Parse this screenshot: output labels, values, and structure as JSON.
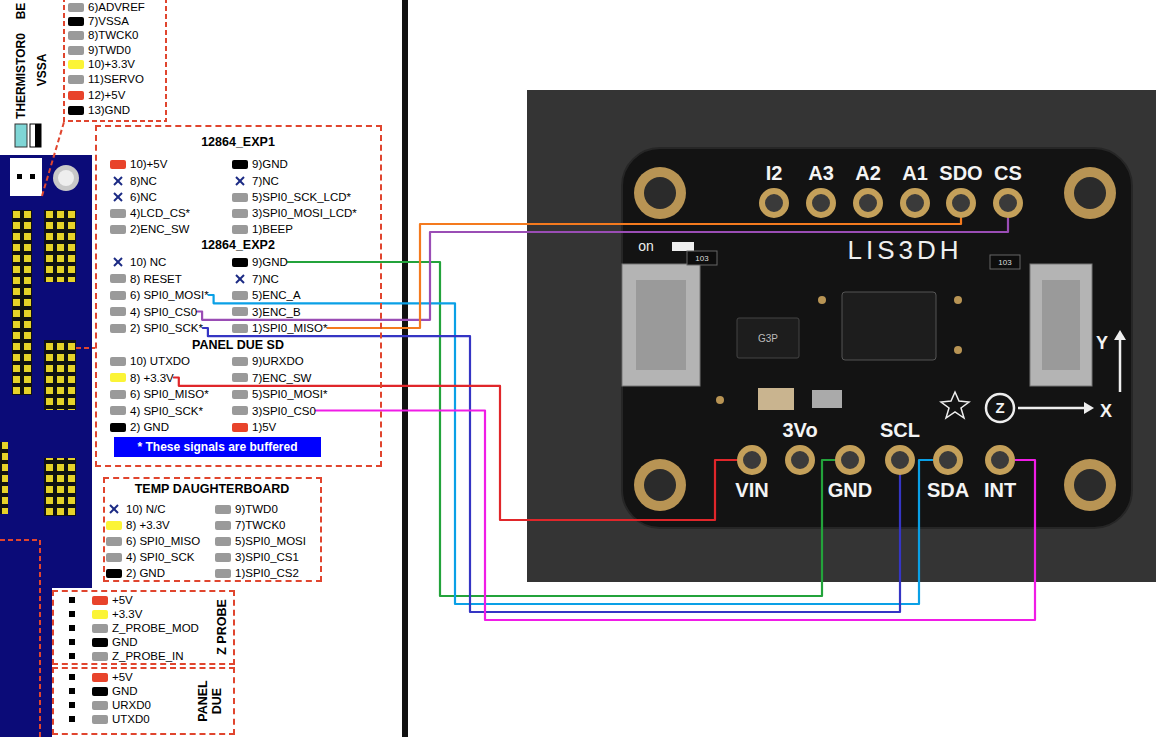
{
  "diagram": {
    "nodes": [
      {
        "text": [
          "6)ADVREF"
        ]
      },
      {
        "text": [
          "7)VSSA"
        ]
      },
      {
        "text": [
          "8)TWCK0"
        ]
      },
      {
        "text": [
          "9)TWD0"
        ]
      },
      {
        "text": [
          "10)+3.3V"
        ]
      },
      {
        "text": [
          "11)SERVO"
        ]
      },
      {
        "text": [
          "12)+5V"
        ]
      },
      {
        "text": [
          "13)GND"
        ]
      },
      {
        "text": [
          "12864_EXP1"
        ]
      },
      {
        "text": [
          "10)+5V"
        ],
        "in": 8
      },
      {
        "text": [
          "9)GND"
        ],
        "in": 8
      },
      {
        "text": [
          "8)NC"
        ],
        "in": 8
      },
      {
        "text": [
          "7)NC"
        ],
        "in": 8
      },
      {
        "text": [
          "6)NC"
        ],
        "in": 8
      },
      {
        "text": [
          "5)SPI0_SCK_LCD*"
        ],
        "in": 8
      },
      {
        "text": [
          "4)LCD_CS*"
        ],
        "in": 8
      },
      {
        "text": [
          "3)SPI0_MOSI_LCD*"
        ],
        "in": 8
      },
      {
        "text": [
          "2)ENC_SW"
        ],
        "in": 8
      },
      {
        "text": [
          "1)BEEP"
        ],
        "in": 8
      },
      {
        "text": [
          "10) NC"
        ],
        "in": 8
      },
      {
        "text": [
          "9)GND"
        ],
        "in": 8
      },
      {
        "text": [
          "8) RESET"
        ],
        "in": 8
      },
      {
        "text": [
          "7)NC"
        ],
        "in": 8
      },
      {
        "text": [
          "6) SPI0_MOSI*"
        ],
        "in": 8
      },
      {
        "text": [
          "5)ENC_A"
        ],
        "in": 8
      },
      {
        "text": [
          "4) SPI0_CS0"
        ],
        "in": 8
      },
      {
        "text": [
          "3)ENC_B"
        ],
        "in": 8
      },
      {
        "text": [
          "2) SPI0_SCK*"
        ],
        "in": 8
      },
      {
        "text": [
          "1)SPI0_MISO*"
        ],
        "in": 8
      },
      {
        "text": [
          "10) UTXDO"
        ],
        "in": 8
      },
      {
        "text": [
          "9)URXDO"
        ],
        "in": 8
      },
      {
        "text": [
          "8) +3.3V"
        ],
        "in": 8
      },
      {
        "text": [
          "7)ENC_SW"
        ],
        "in": 8
      },
      {
        "text": [
          "6) SPI0_MISO*"
        ],
        "in": 8
      },
      {
        "text": [
          "5)SPI0_MOSI*"
        ],
        "in": 8
      },
      {
        "text": [
          "4) SPI0_SCK*"
        ],
        "in": 8
      },
      {
        "text": [
          "3)SPI0_CS0"
        ],
        "in": 8
      },
      {
        "text": [
          "2) GND"
        ],
        "in": 8
      },
      {
        "text": [
          "1)5V"
        ],
        "in": 8
      },
      {
        "text": [
          "* These signals are buffered"
        ],
        "in": 8
      },
      {
        "text": [
          "TEMP DAUGHTERBOARD"
        ]
      },
      {
        "text": [
          "10) N/C"
        ],
        "in": 40
      },
      {
        "text": [
          "9)TWD0"
        ],
        "in": 40
      },
      {
        "text": [
          "8) +3.3V"
        ],
        "in": 40
      },
      {
        "text": [
          "7)TWCK0"
        ],
        "in": 40
      },
      {
        "text": [
          "6) SPI0_MISO"
        ],
        "in": 40
      },
      {
        "text": [
          "5)SPI0_MOSI"
        ],
        "in": 40
      },
      {
        "text": [
          "4) SPI0_SCK"
        ],
        "in": 40
      },
      {
        "text": [
          "3)SPI0_CS1"
        ],
        "in": 40
      },
      {
        "text": [
          "2) GND"
        ],
        "in": 40
      },
      {
        "text": [
          "1)SPI0_CS2"
        ],
        "in": 40
      },
      {
        "text": [
          "Z PROBE"
        ]
      },
      {
        "text": [
          "+5V"
        ],
        "in": 51
      },
      {
        "text": [
          "+3.3V"
        ],
        "in": 51
      },
      {
        "text": [
          "Z_PROBE_MOD"
        ],
        "in": 51
      },
      {
        "text": [
          "GND"
        ],
        "in": 51
      },
      {
        "text": [
          "Z_PROBE_IN"
        ],
        "in": 51
      },
      {
        "text": [
          "PANEL DUE"
        ]
      },
      {
        "text": [
          "+5V"
        ],
        "in": 57
      },
      {
        "text": [
          "GND"
        ],
        "in": 57
      },
      {
        "text": [
          "URXD0"
        ],
        "in": 57
      },
      {
        "text": [
          "UTXD0"
        ],
        "in": 57
      },
      {
        "text": [
          "LIS3DH"
        ]
      },
      {
        "text": [
          "I2"
        ],
        "in": 62
      },
      {
        "text": [
          "A3"
        ],
        "in": 62
      },
      {
        "text": [
          "A2"
        ],
        "in": 62
      },
      {
        "text": [
          "A1"
        ],
        "in": 62
      },
      {
        "text": [
          "SDO"
        ],
        "in": 62
      },
      {
        "text": [
          "CS"
        ],
        "in": 62
      },
      {
        "text": [
          "VIN"
        ],
        "in": 62
      },
      {
        "text": [
          "3Vo"
        ],
        "in": 62
      },
      {
        "text": [
          "GND"
        ],
        "in": 62
      },
      {
        "text": [
          "SCL"
        ],
        "in": 62
      },
      {
        "text": [
          "SDA"
        ],
        "in": 62
      },
      {
        "text": [
          "INT"
        ],
        "in": 62
      }
    ],
    "edges": [
      {
        "from": 20,
        "to": 71,
        "arrow": "none"
      },
      {
        "from": 23,
        "to": 73,
        "arrow": "none"
      },
      {
        "from": 25,
        "to": 68,
        "arrow": "none"
      },
      {
        "from": 27,
        "to": 72,
        "arrow": "none"
      },
      {
        "from": 28,
        "to": 67,
        "arrow": "none"
      },
      {
        "from": 31,
        "to": 69,
        "arrow": "none"
      },
      {
        "from": 36,
        "to": 74,
        "arrow": "none"
      }
    ],
    "labels": [
      "BE",
      "THERMISTOR0",
      "VSSA",
      "12864_EXP2",
      "PANEL DUE SD",
      "on",
      "103",
      "G3P",
      "103",
      "Y",
      "X",
      "Z"
    ]
  }
}
